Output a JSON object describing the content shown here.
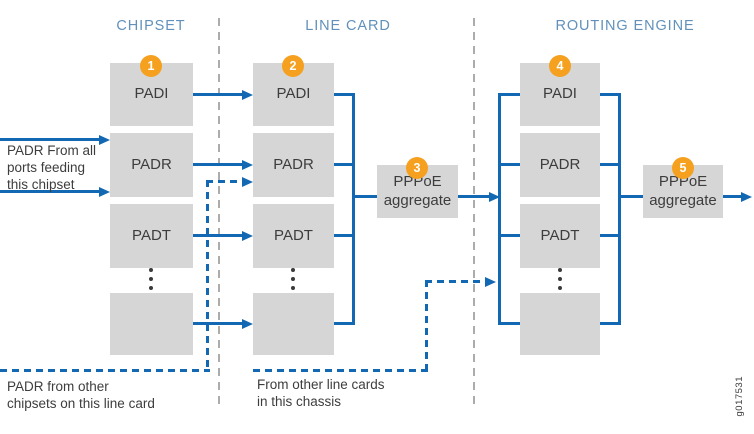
{
  "sections": {
    "chipset": {
      "title": "CHIPSET",
      "boxes": [
        "PADI",
        "PADR",
        "PADT",
        ""
      ]
    },
    "line_card": {
      "title": "LINE CARD",
      "boxes": [
        "PADI",
        "PADR",
        "PADT",
        ""
      ],
      "aggregate": "PPPoE aggregate"
    },
    "routing_engine": {
      "title": "ROUTING ENGINE",
      "boxes": [
        "PADI",
        "PADR",
        "PADT",
        ""
      ],
      "aggregate": "PPPoE aggregate"
    }
  },
  "badges": [
    "1",
    "2",
    "3",
    "4",
    "5"
  ],
  "annotations": {
    "left_input": "PADR From all\nports feeding\nthis chipset",
    "bottom_left": "PADR from other\nchipsets on this line card",
    "bottom_middle": "From other line cards\nin this chassis"
  },
  "figure_id": "g017531",
  "colors": {
    "line_blue": "#1268B2",
    "badge_orange": "#F5A01F",
    "box_gray": "#D6D6D6",
    "separator_gray": "#ACACAC",
    "title_blue": "#6191BA",
    "text_dark": "#3D3D3D"
  }
}
